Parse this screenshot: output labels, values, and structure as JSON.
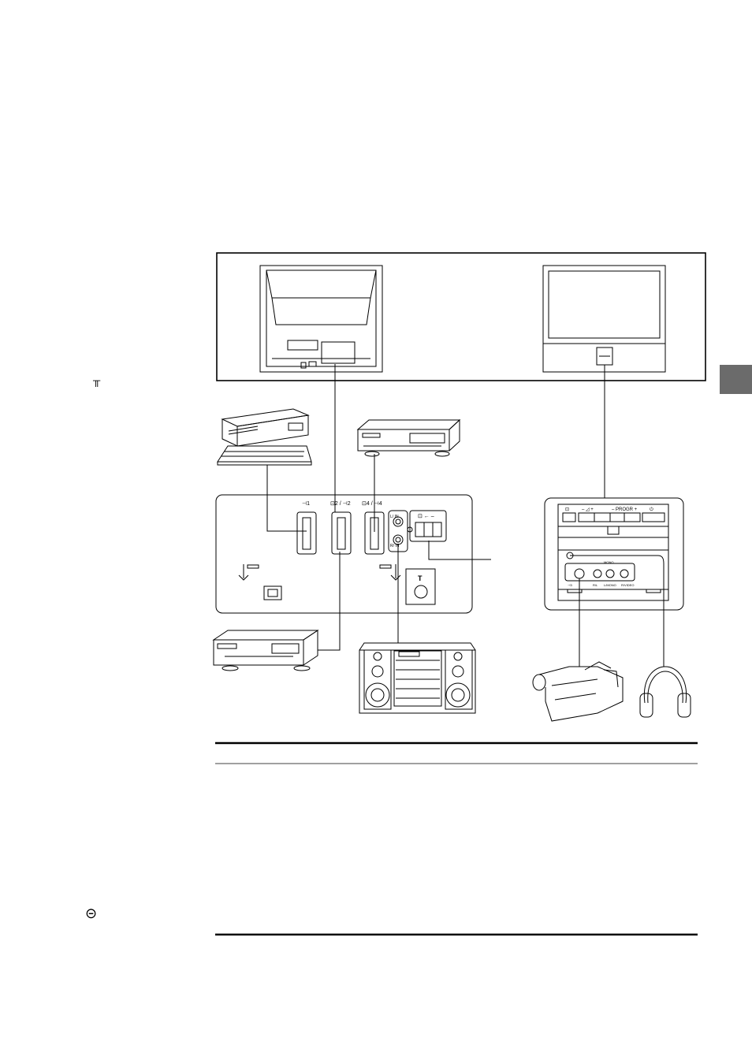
{
  "margin": {
    "antenna_glyph": "╥",
    "input_glyph": "⊝"
  },
  "panel": {
    "socket1_label": "⊣1",
    "socket2_label": "⊡2 / ⊣2",
    "socket4_label": "⊡4 / ⊣4",
    "lin_label": "L/ IN",
    "rin_label": "R/ IN",
    "switch_label": "⊡ ←  –",
    "t_label": "T"
  },
  "front_panel": {
    "input_icon": "⊡",
    "volume_label": "–  ◿  +",
    "progr_label": "–  PROGR  +",
    "power_icon": "⏻",
    "mono_label": "MONO",
    "jack_labels": [
      "⊣3",
      "R/L",
      "L/MONO",
      "R/VIDEO"
    ]
  },
  "colors": {
    "line": "#000000",
    "tab": "#6b6b6b",
    "grid": "#bdbdbd"
  }
}
